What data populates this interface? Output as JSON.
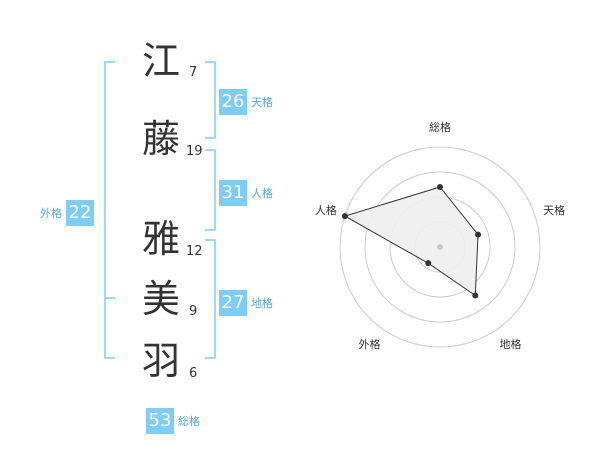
{
  "name": {
    "characters": [
      {
        "char": "江",
        "strokes": "7"
      },
      {
        "char": "藤",
        "strokes": "19"
      },
      {
        "char": "雅",
        "strokes": "12"
      },
      {
        "char": "美",
        "strokes": "9"
      },
      {
        "char": "羽",
        "strokes": "6"
      }
    ]
  },
  "kakusu": {
    "tenkaku": {
      "value": "26",
      "label": "天格"
    },
    "jinkaku": {
      "value": "31",
      "label": "人格"
    },
    "chikaku": {
      "value": "27",
      "label": "地格"
    },
    "gaikaku": {
      "value": "22",
      "label": "外格"
    },
    "soukaku": {
      "value": "53",
      "label": "総格"
    }
  },
  "radar": {
    "axes": [
      "総格",
      "天格",
      "地格",
      "外格",
      "人格"
    ],
    "values": [
      0.6,
      0.4,
      0.6,
      0.2,
      1.0
    ],
    "max": 1.0,
    "rings": 4,
    "line_color": "#333333",
    "fill_color": "#eeeeee",
    "grid_color": "#cccccc"
  },
  "colors": {
    "accent": "#7ecdf4",
    "label": "#5aa8d8",
    "bracket": "#7ecdf4"
  }
}
